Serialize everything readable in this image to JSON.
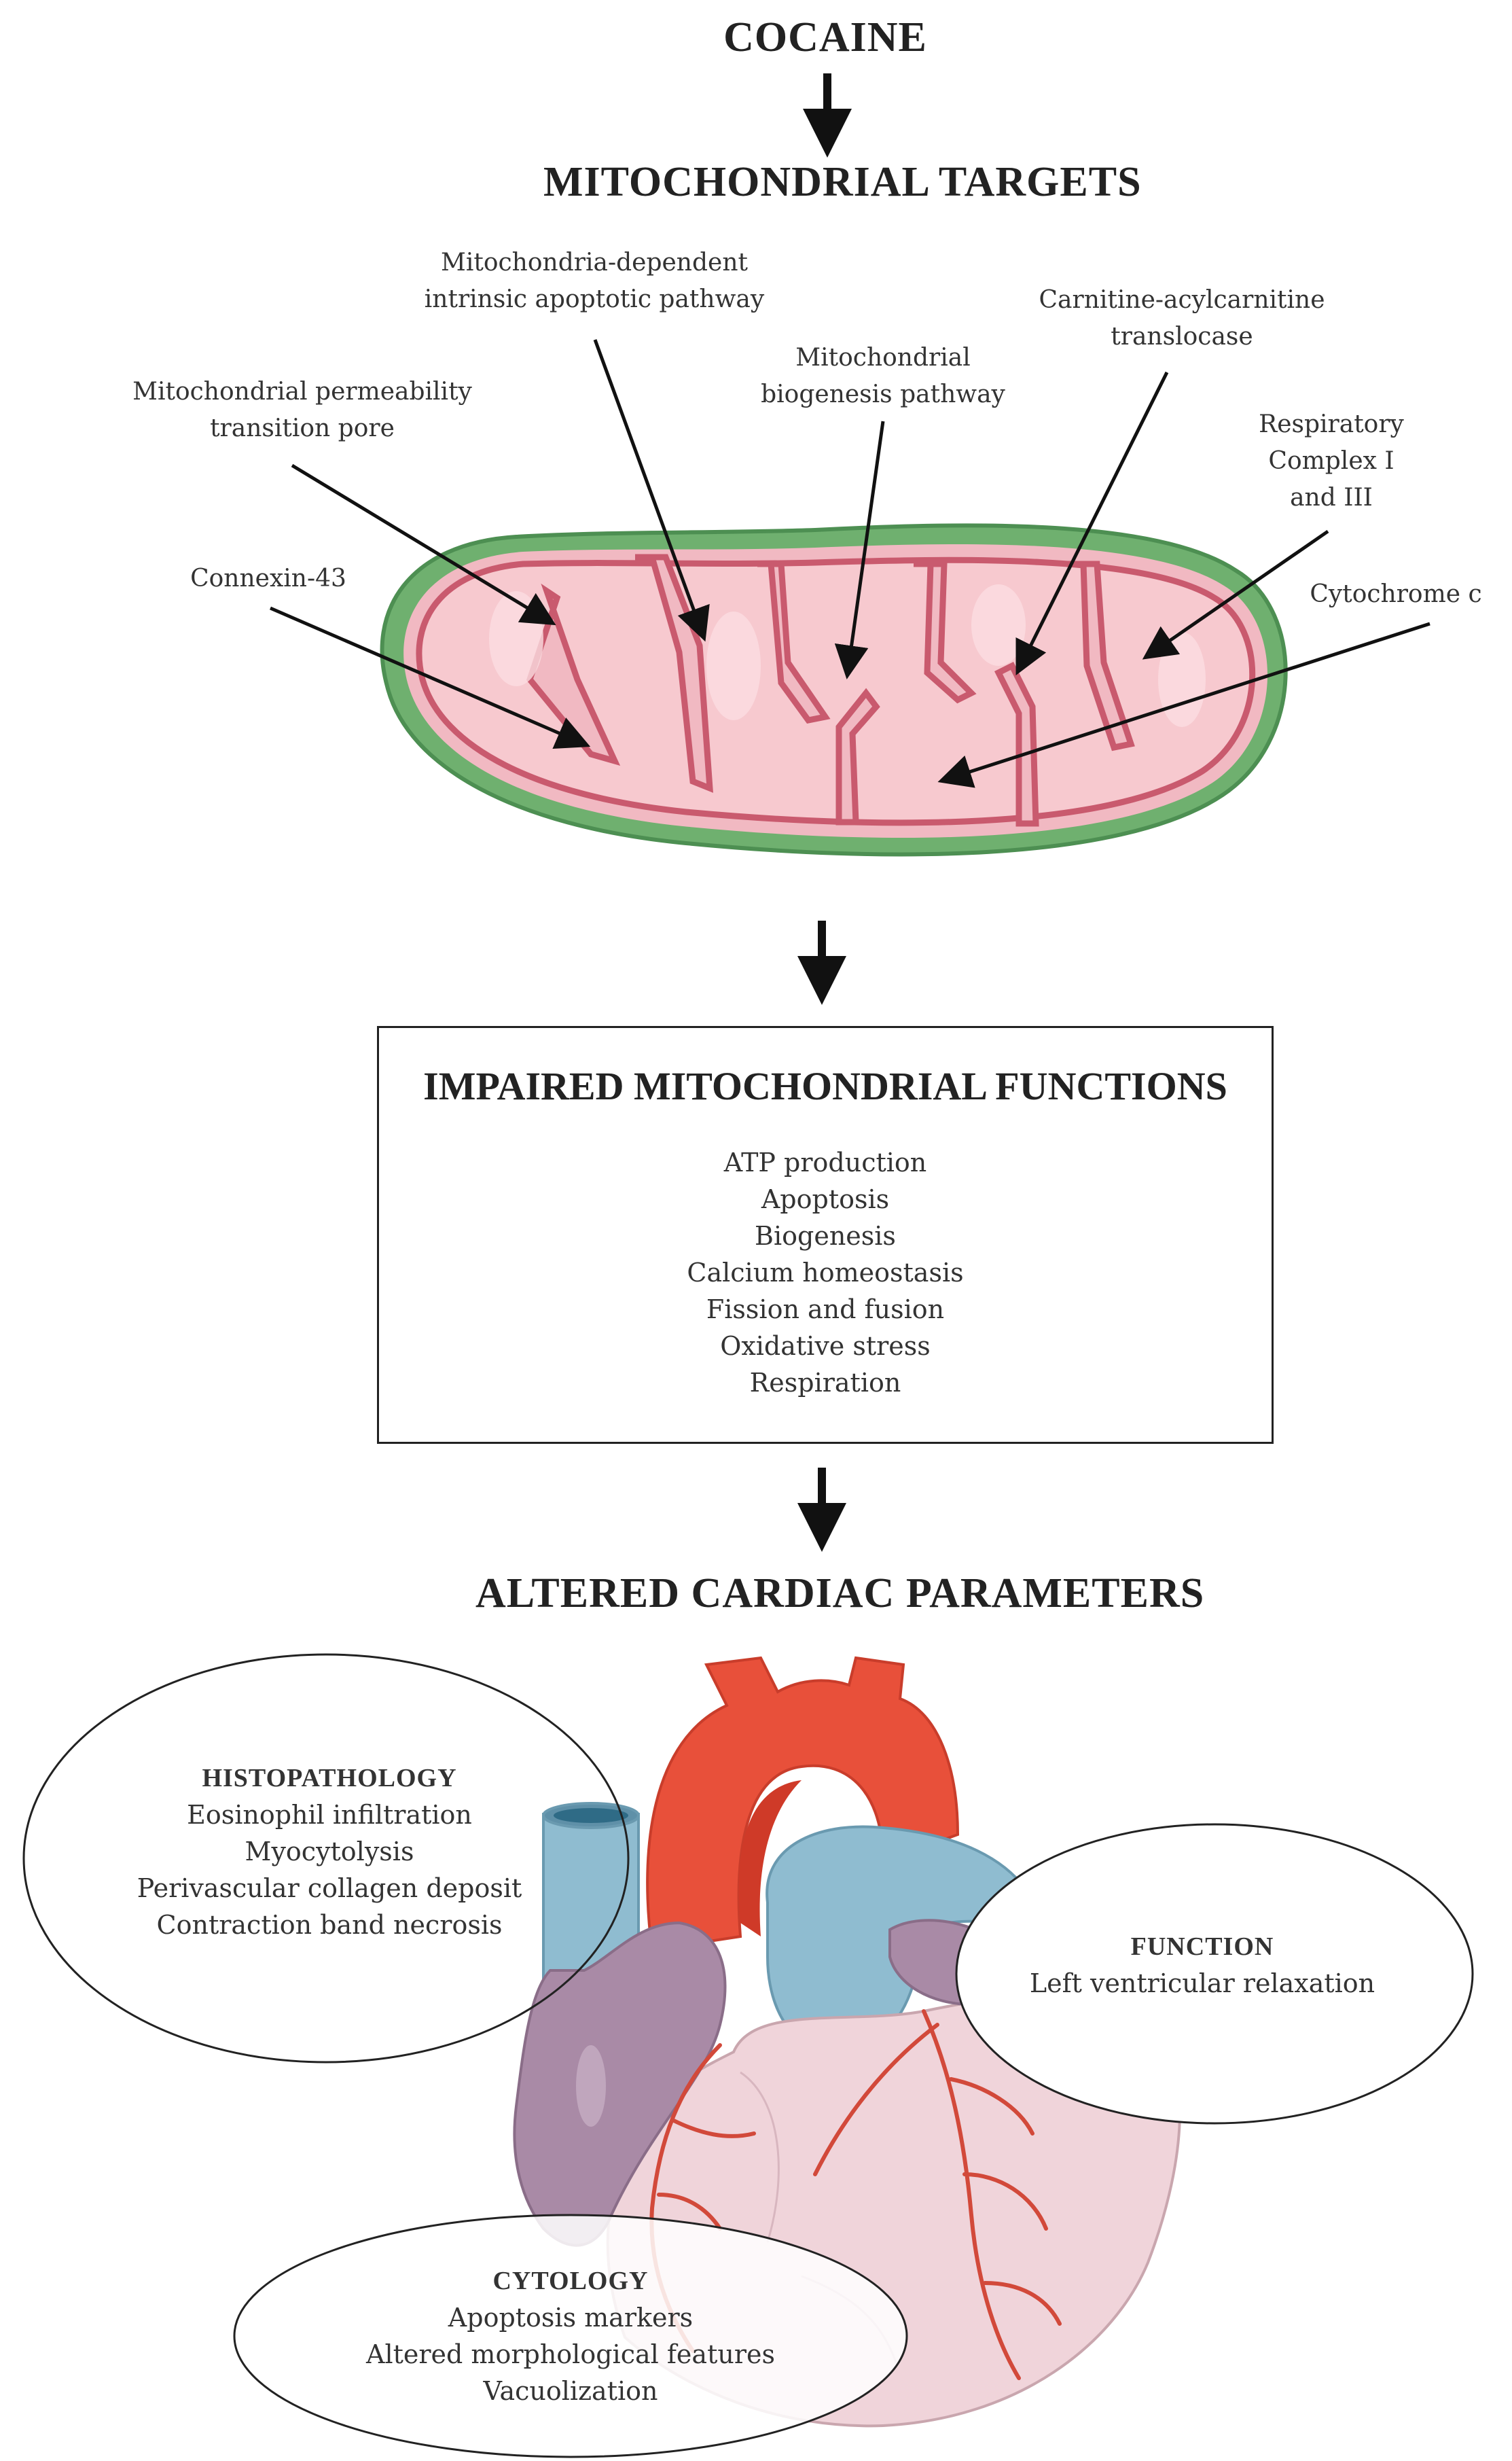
{
  "top_title": "COCAINE",
  "targets_title": "MITOCHONDRIAL TARGETS",
  "targets": {
    "apoptotic": [
      "Mitochondria-dependent",
      "intrinsic apoptotic pathway"
    ],
    "mptp": [
      "Mitochondrial permeability",
      "transition pore"
    ],
    "biogenesis": [
      "Mitochondrial",
      "biogenesis pathway"
    ],
    "carnitine": [
      "Carnitine-acylcarnitine",
      "translocase"
    ],
    "respiratory": [
      "Respiratory",
      "Complex I",
      "and III"
    ],
    "connexin": "Connexin-43",
    "cytochrome": "Cytochrome c"
  },
  "impaired": {
    "title": "IMPAIRED MITOCHONDRIAL FUNCTIONS",
    "items": [
      "ATP production",
      "Apoptosis",
      "Biogenesis",
      "Calcium homeostasis",
      "Fission and fusion",
      "Oxidative stress",
      "Respiration"
    ]
  },
  "cardiac_title": "ALTERED CARDIAC PARAMETERS",
  "histopathology": {
    "title": "HISTOPATHOLOGY",
    "items": [
      "Eosinophil infiltration",
      "Myocytolysis",
      "Perivascular collagen deposit",
      "Contraction band necrosis"
    ]
  },
  "function": {
    "title": "FUNCTION",
    "items": [
      "Left ventricular relaxation"
    ]
  },
  "cytology": {
    "title": "CYTOLOGY",
    "items": [
      "Apoptosis markers",
      "Altered morphological features",
      "Vacuolization"
    ]
  },
  "colors": {
    "outer_membrane": "#6fb06f",
    "inner_membrane": "#c95a6e",
    "matrix": "#f7c9cf",
    "aorta": "#e8503a",
    "vessel_blue": "#8fbcd0",
    "atrium": "#a98aa6",
    "ventricle": "#f0d4da",
    "coronary": "#d2493a"
  }
}
